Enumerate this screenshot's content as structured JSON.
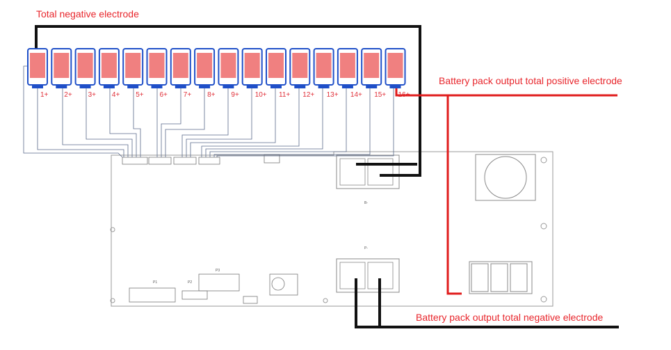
{
  "labels": {
    "total_negative": "Total negative electrode",
    "pack_positive": "Battery pack output total positive electrode",
    "pack_negative": "Battery pack output total negative electrode"
  },
  "cells": [
    "1+",
    "2+",
    "3+",
    "4+",
    "5+",
    "6+",
    "7+",
    "8+",
    "9+",
    "10+",
    "11+",
    "12+",
    "13+",
    "14+",
    "15+",
    "16+"
  ],
  "board": {
    "ports": [
      "P1",
      "P2",
      "P3"
    ],
    "b_minus": "B-",
    "p_minus": "P-"
  },
  "colors": {
    "label_red": "#e8262c",
    "wire_red": "#e01b1b",
    "wire_black": "#111111",
    "cell_fill": "#f08080",
    "cell_cap": "#1f4fc8",
    "board_outline": "#9a9a9a"
  }
}
